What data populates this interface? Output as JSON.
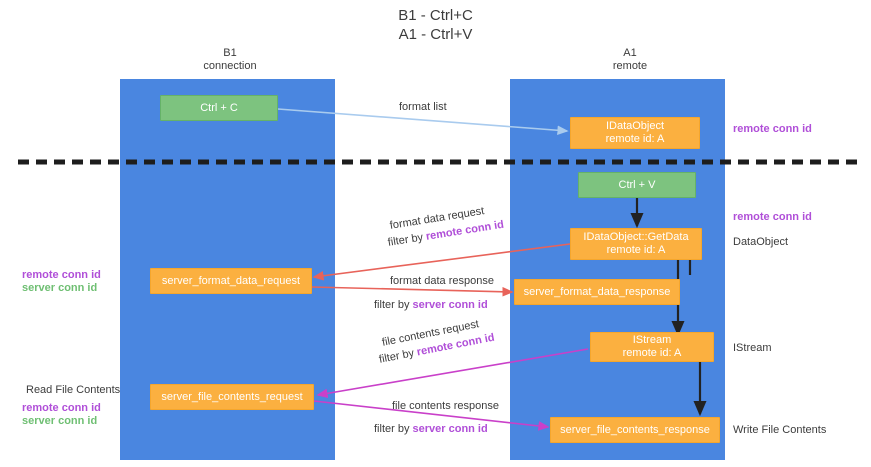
{
  "title": {
    "line1": "B1 - Ctrl+C",
    "line2": "A1 - Ctrl+V"
  },
  "columns": [
    {
      "name": "left",
      "line1": "B1",
      "line2": "connection"
    },
    {
      "name": "right",
      "line1": "A1",
      "line2": "remote"
    }
  ],
  "boxes": [
    {
      "id": "ctrl-c",
      "kind": "green",
      "line1": "Ctrl + C",
      "line2": ""
    },
    {
      "id": "idataobject",
      "kind": "orange",
      "line1": "IDataObject",
      "line2": "remote id: A"
    },
    {
      "id": "ctrl-v",
      "kind": "green",
      "line1": "Ctrl + V",
      "line2": ""
    },
    {
      "id": "getdata",
      "kind": "orange",
      "line1": "IDataObject::GetData",
      "line2": "remote id: A"
    },
    {
      "id": "fmt-req",
      "kind": "orange",
      "line1": "server_format_data_request",
      "line2": ""
    },
    {
      "id": "fmt-resp",
      "kind": "orange",
      "line1": "server_format_data_response",
      "line2": ""
    },
    {
      "id": "istream",
      "kind": "orange",
      "line1": "IStream",
      "line2": "remote id: A"
    },
    {
      "id": "file-req",
      "kind": "orange",
      "line1": "server_file_contents_request",
      "line2": ""
    },
    {
      "id": "file-resp",
      "kind": "orange",
      "line1": "server_file_contents_response",
      "line2": ""
    }
  ],
  "edge_labels": {
    "format_list": "format list",
    "format_data_request": "format data request",
    "format_data_request_filter_prefix": "filter by ",
    "format_data_request_filter_key": "remote conn id",
    "format_data_response": "format data response",
    "format_data_response_filter_prefix": "filter by ",
    "format_data_response_filter_key": "server conn id",
    "file_contents_request": "file contents request",
    "file_contents_request_filter_prefix": "filter by ",
    "file_contents_request_filter_key": "remote conn id",
    "file_contents_response": "file contents response",
    "file_contents_response_filter_prefix": "filter by ",
    "file_contents_response_filter_key": "server conn id"
  },
  "side_labels": {
    "right_remote_conn_id_top": "remote conn id",
    "right_remote_conn_id_mid": "remote conn id",
    "right_dataobject": "DataObject",
    "right_istream": "IStream",
    "right_write_file_contents": "Write File Contents",
    "left_remote_conn_id": "remote conn id",
    "left_server_conn_id": "server conn id",
    "left_read_file_contents": "Read File Contents",
    "left_remote_conn_id_2": "remote conn id",
    "left_server_conn_id_2": "server conn id"
  },
  "colors": {
    "column": "#4a86e0",
    "green_box": "#7dc37f",
    "orange_box": "#fbb040",
    "purple": "#b04fd8",
    "green_text": "#6fbf73",
    "arrow_blue": "#a9cbee",
    "arrow_red": "#e8635a",
    "arrow_magenta": "#c940c9",
    "arrow_black": "#222222",
    "divider": "#1d1d1d"
  }
}
